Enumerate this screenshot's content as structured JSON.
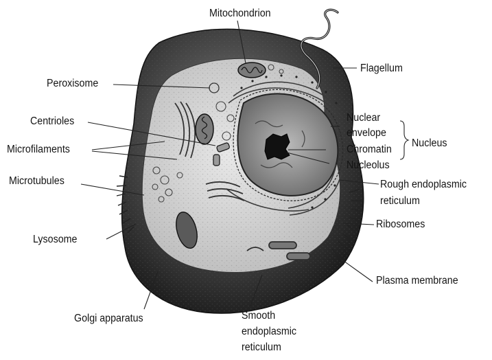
{
  "labels": {
    "mitochondrion": "Mitochondrion",
    "flagellum": "Flagellum",
    "peroxisome": "Peroxisome",
    "centrioles": "Centrioles",
    "microfilaments": "Microfilaments",
    "microtubules": "Microtubules",
    "lysosome": "Lysosome",
    "golgi_apparatus": "Golgi apparatus",
    "smooth_er_line1": "Smooth",
    "smooth_er_line2": "endoplasmic",
    "smooth_er_line3": "reticulum",
    "nuclear_envelope_line1": "Nuclear",
    "nuclear_envelope_line2": "envelope",
    "chromatin": "Chromatin",
    "nucleolus": "Nucleolus",
    "nucleus": "Nucleus",
    "rough_er_line1": "Rough endoplasmic",
    "rough_er_line2": "reticulum",
    "ribosomes": "Ribosomes",
    "plasma_membrane": "Plasma membrane"
  },
  "colors": {
    "ink": "#141414",
    "cell_dark": "#3c3c3c",
    "cytoplasm": "#d6d6d6",
    "nucleus_fill": "#9a9a9a"
  }
}
